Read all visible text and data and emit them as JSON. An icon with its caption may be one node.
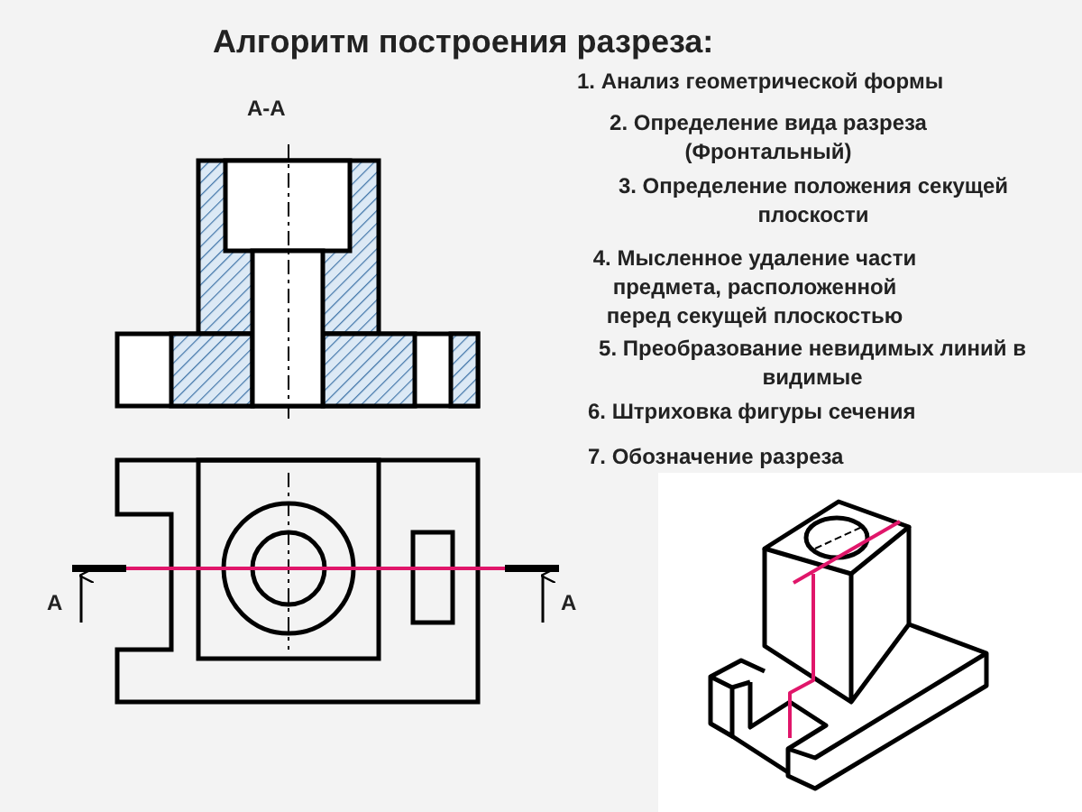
{
  "diagram": {
    "title": "Алгоритм построения разреза:",
    "labels": [
      "А-А",
      "1. Анализ геометрической формы",
      "2. Определение вида разреза (Фронтальный)",
      "3. Определение положения секущей плоскости",
      "4. Мысленное удаление части предмета, расположенной перед секущей плоскостью",
      "5. Преобразование невидимых линий в видимые",
      "6. Штриховка фигуры сечения",
      "7. Обозначение разреза",
      "А",
      "А"
    ]
  }
}
